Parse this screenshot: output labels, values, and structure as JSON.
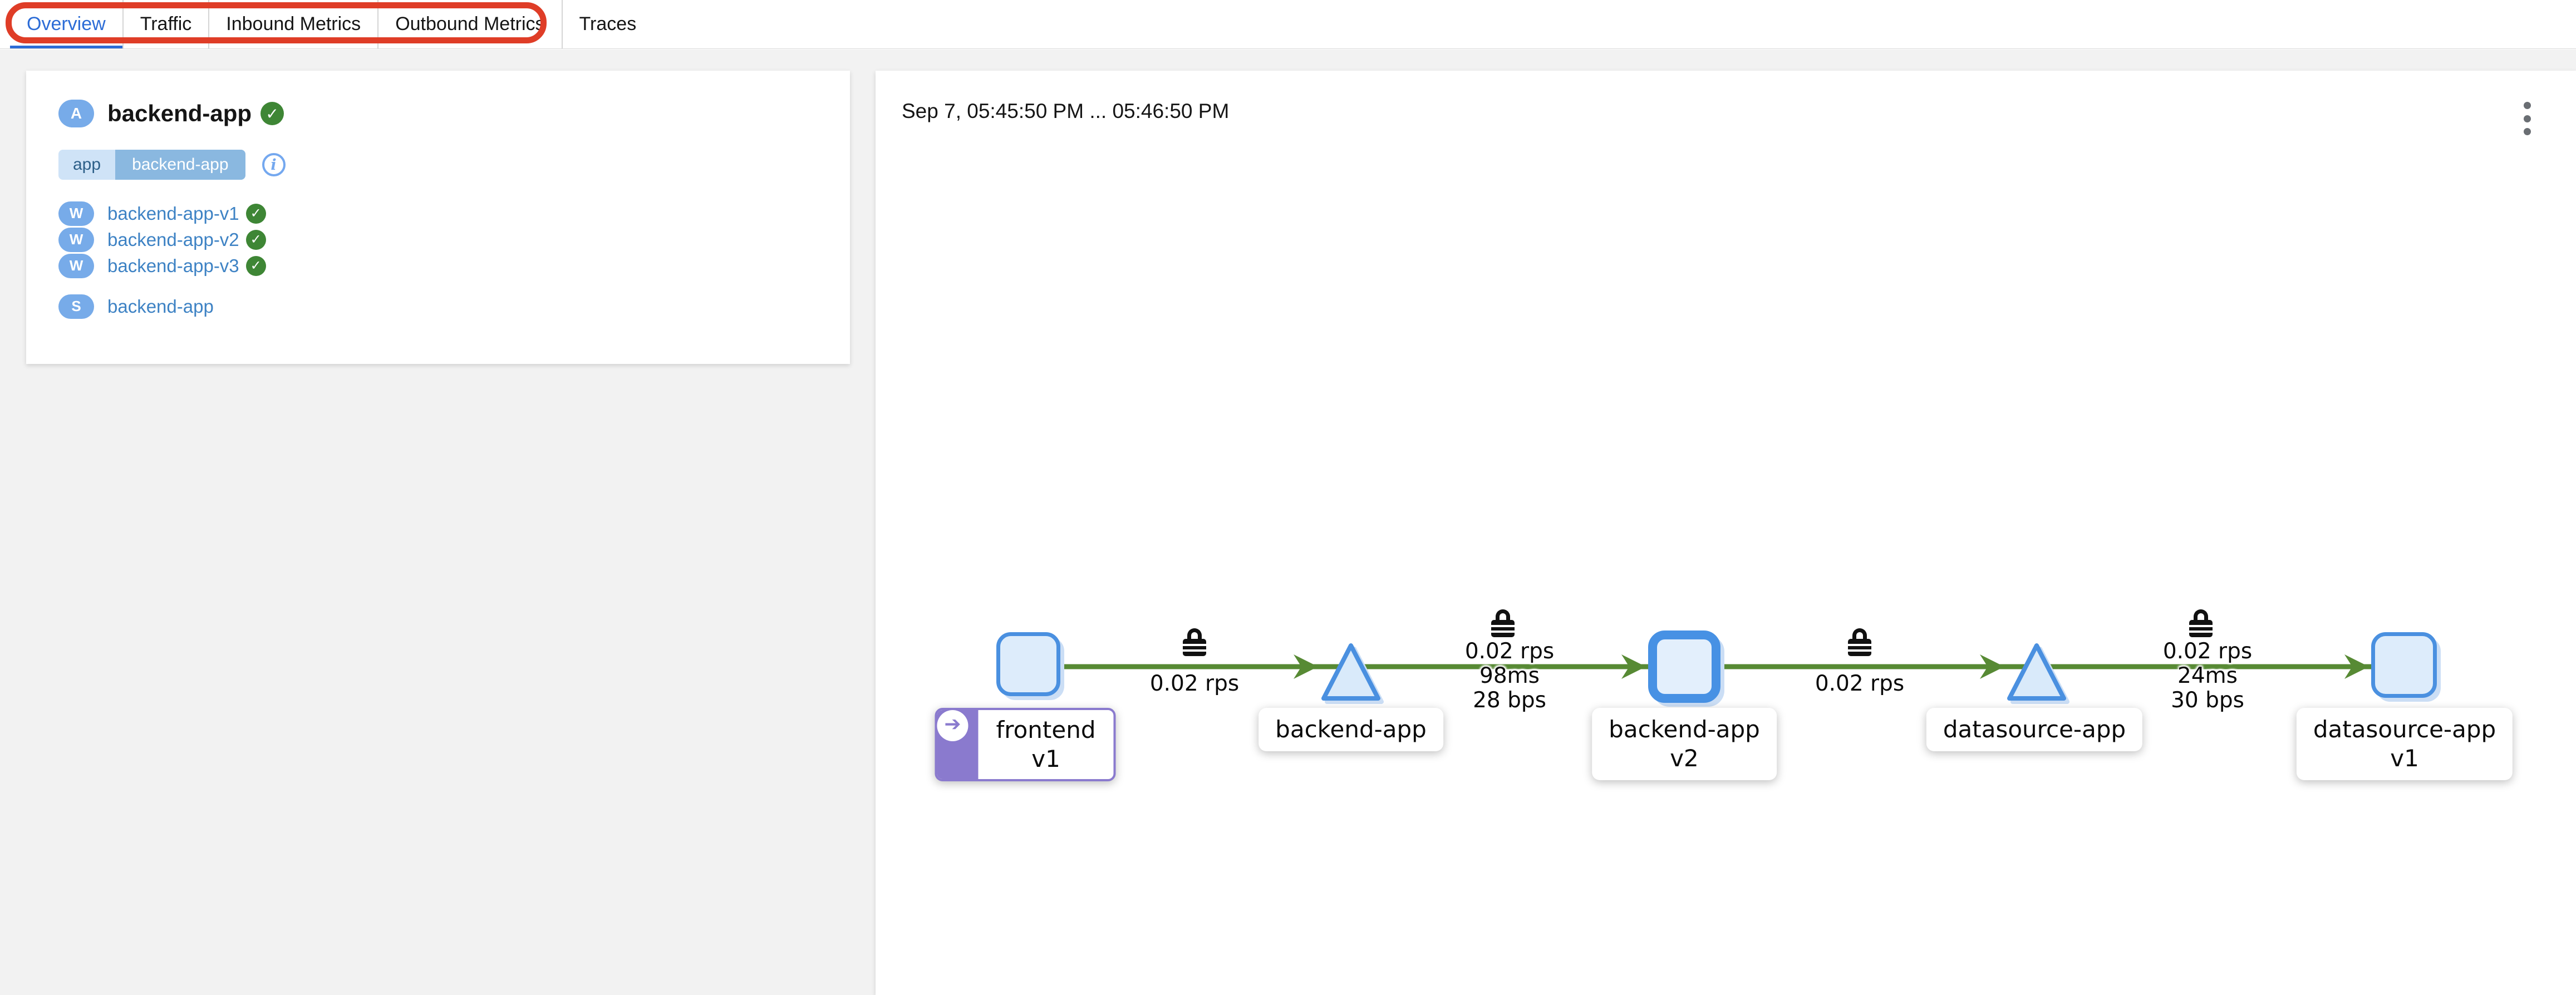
{
  "tabs": {
    "items": [
      {
        "label": "Overview",
        "active": true
      },
      {
        "label": "Traffic",
        "active": false
      },
      {
        "label": "Inbound Metrics",
        "active": false
      },
      {
        "label": "Outbound Metrics",
        "active": false
      },
      {
        "label": "Traces",
        "active": false
      }
    ]
  },
  "left_panel": {
    "app_type_badge": "A",
    "title": "backend-app",
    "label_chip": {
      "key": "app",
      "value": "backend-app"
    },
    "workloads": [
      {
        "badge": "W",
        "name": "backend-app-v1"
      },
      {
        "badge": "W",
        "name": "backend-app-v2"
      },
      {
        "badge": "W",
        "name": "backend-app-v3"
      }
    ],
    "services": [
      {
        "badge": "S",
        "name": "backend-app"
      }
    ]
  },
  "graph": {
    "time_range": "Sep 7, 05:45:50 PM ... 05:46:50 PM",
    "nodes": [
      {
        "line1": "frontend",
        "line2": "v1",
        "shape": "square"
      },
      {
        "line1": "backend-app",
        "shape": "triangle"
      },
      {
        "line1": "backend-app",
        "line2": "v2",
        "shape": "square-selected"
      },
      {
        "line1": "datasource-app",
        "shape": "triangle"
      },
      {
        "line1": "datasource-app",
        "line2": "v1",
        "shape": "square"
      }
    ],
    "edges": [
      {
        "rate": "0.02 rps"
      },
      {
        "rate": "0.02 rps",
        "latency": "98ms",
        "throughput": "28 bps"
      },
      {
        "rate": "0.02 rps"
      },
      {
        "rate": "0.02 rps",
        "latency": "24ms",
        "throughput": "30 bps"
      }
    ]
  },
  "icons": {
    "health_ok": "✓",
    "info": "i",
    "traffic_entry_arrow": "➔",
    "mtls_lock": "lock",
    "kebab": "kebab-menu"
  },
  "colors": {
    "annotation_red": "#df3d27",
    "active_tab_blue": "#2c6cd6",
    "badge_blue": "#77abe9",
    "link_blue": "#3d82c4",
    "success_green": "#3e8635",
    "edge_green": "#578a34",
    "node_border_blue": "#4a90e0",
    "node_fill_blue": "#ddecfb",
    "entry_purple": "#8a7ace",
    "background_gray": "#f2f2f2"
  }
}
